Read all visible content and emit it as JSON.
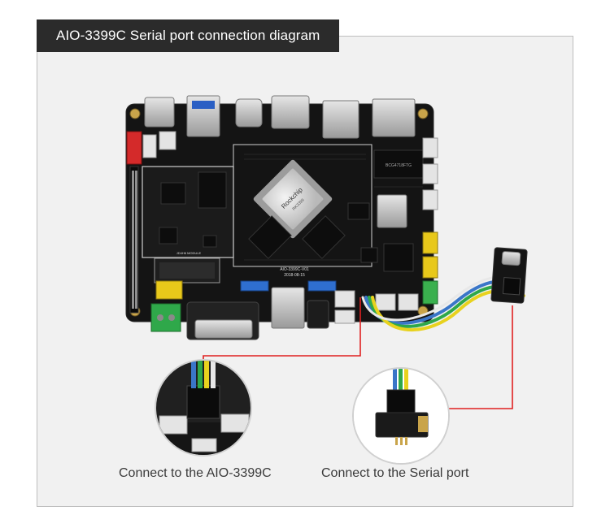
{
  "title": "AIO-3399C Serial port connection diagram",
  "captions": {
    "left": "Connect to the AIO-3399C",
    "right": "Connect to the Serial port"
  },
  "board_silkscreen": {
    "model": "AIO-3399C-V01",
    "date": "2018-08-15",
    "chip_brand": "Rockchip",
    "chip_model": "RK3399",
    "module_label": "JD4H6 MODULE",
    "eth_chip": "BCG4718FTG"
  },
  "colors": {
    "title_bg": "#2b2b2b",
    "frame_bg": "#f1f1f1",
    "pcb": "#141414",
    "leader_line": "#e02020",
    "wire_yellow": "#e8d21e",
    "wire_green": "#2fa84a",
    "wire_blue": "#3a76c8"
  },
  "icons": [
    "usb-to-serial-adapter",
    "serial-cable",
    "connector-closeup"
  ]
}
